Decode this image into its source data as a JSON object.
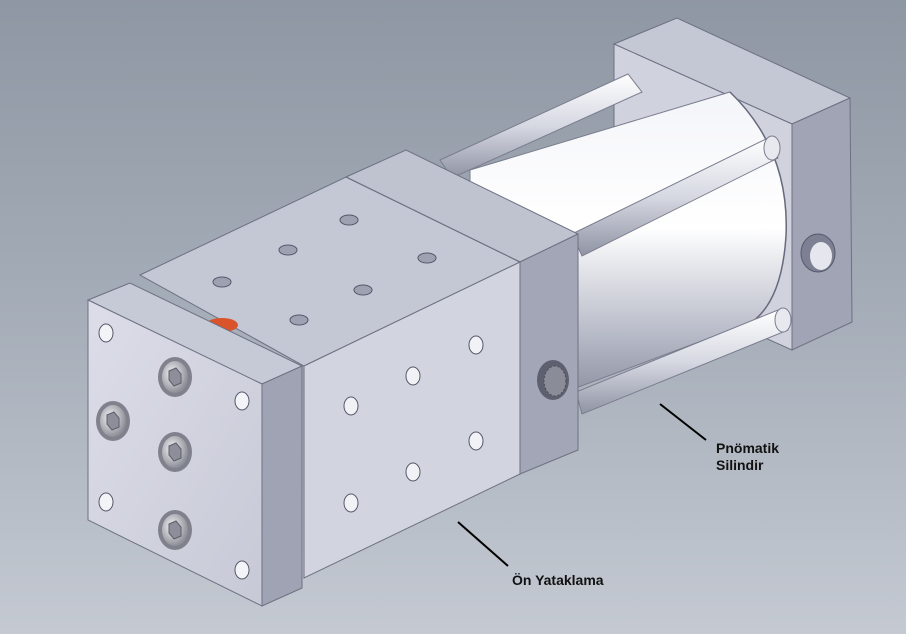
{
  "labels": {
    "pneumatic_cylinder": [
      "Pnömatik",
      "Silindir"
    ],
    "front_bearing": "Ön Yataklama"
  },
  "colors": {
    "background_top": "#8e97a3",
    "background_bottom": "#c4c9d2",
    "metal_face": "#d2d4e0",
    "metal_top": "#c2c5d3",
    "metal_side": "#9ea1b2",
    "marker": "#d9542b"
  }
}
